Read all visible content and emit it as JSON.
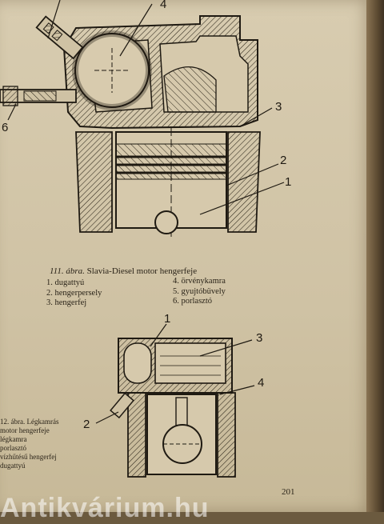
{
  "figure_top": {
    "callouts": [
      "4",
      "3",
      "2",
      "1",
      "6"
    ],
    "caption_number": "111. ábra.",
    "caption_title": "Slavia-Diesel motor hengerfeje",
    "legend_left": [
      "1. dugattyú",
      "2. hengerpersely",
      "3. hengerfej"
    ],
    "legend_right": [
      "4. örvénykamra",
      "5. gyujtóbüvely",
      "6. porlasztó"
    ]
  },
  "figure_bottom": {
    "callouts": [
      "1",
      "3",
      "4",
      "2"
    ],
    "caption_lines": [
      "12. ábra. Légkamrás",
      "motor hengerfeje",
      "légkamra",
      "porlasztó",
      "vízhűtésű hengerfej",
      "dugattyú"
    ]
  },
  "page_number": "201",
  "watermark": "Antikvárium.hu"
}
